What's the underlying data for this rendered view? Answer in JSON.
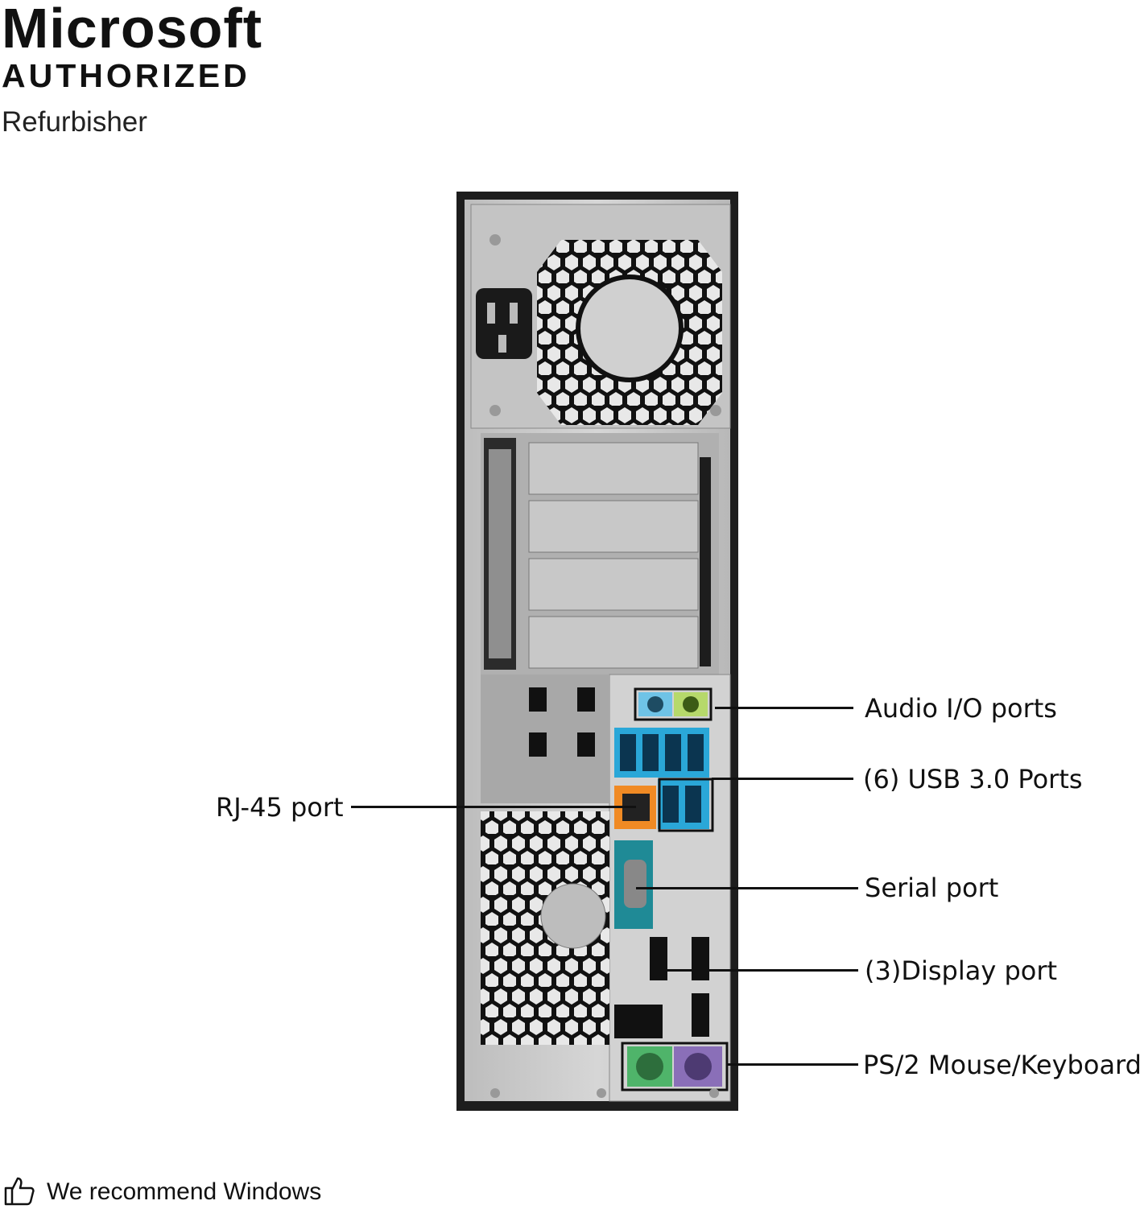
{
  "brand": {
    "line1": "Microsoft",
    "line2": "AUTHORIZED",
    "line3": "Refurbisher"
  },
  "callouts": {
    "audio": "Audio I/O ports",
    "usb": "(6) USB 3.0 Ports",
    "rj45": "RJ-45 port",
    "serial": "Serial port",
    "display": "(3)Display port",
    "ps2": "PS/2 Mouse/Keyboard"
  },
  "footer": {
    "text": "We recommend Windows",
    "icon": "thumbs-up-icon"
  },
  "colors": {
    "usb_blue": "#2aa7d8",
    "audio_blue": "#6fc3e6",
    "audio_green": "#b6d96b",
    "rj45_orange": "#f08a24",
    "serial_teal": "#1f8a96",
    "ps2_green": "#4fb46a",
    "ps2_purple": "#8a6fb8",
    "chassis": "#1a1a1a",
    "panel": "#c9c9c9"
  }
}
